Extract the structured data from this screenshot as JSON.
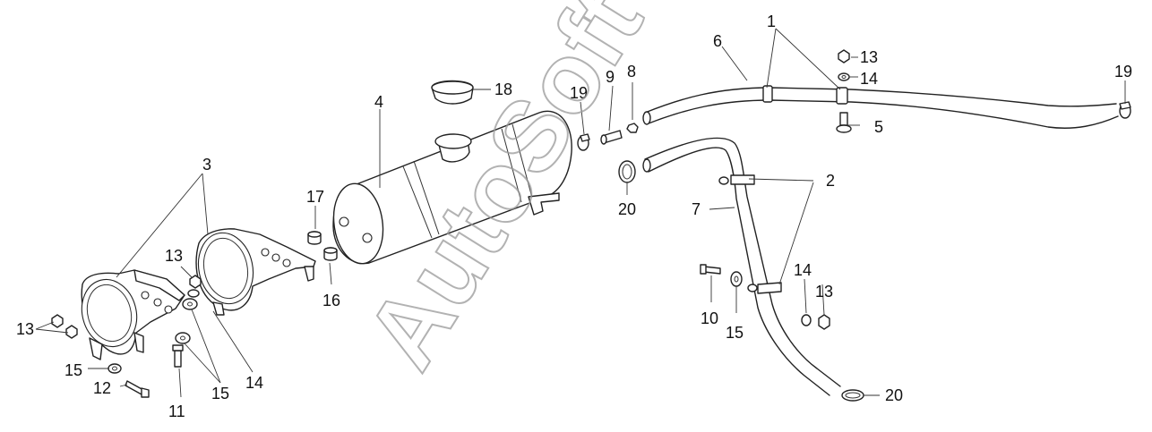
{
  "diagram": {
    "watermark": "AutoSoft",
    "callouts": {
      "c1": "1",
      "c2": "2",
      "c3": "3",
      "c4": "4",
      "c5": "5",
      "c6": "6",
      "c7": "7",
      "c8": "8",
      "c9": "9",
      "c10": "10",
      "c11": "11",
      "c12": "12",
      "c13a": "13",
      "c13b": "13",
      "c13c": "13",
      "c13d": "13",
      "c14a": "14",
      "c14b": "14",
      "c14c": "14",
      "c15a": "15",
      "c15b": "15",
      "c15c": "15",
      "c16": "16",
      "c17": "17",
      "c18": "18",
      "c19a": "19",
      "c19b": "19",
      "c20a": "20",
      "c20b": "20"
    }
  }
}
